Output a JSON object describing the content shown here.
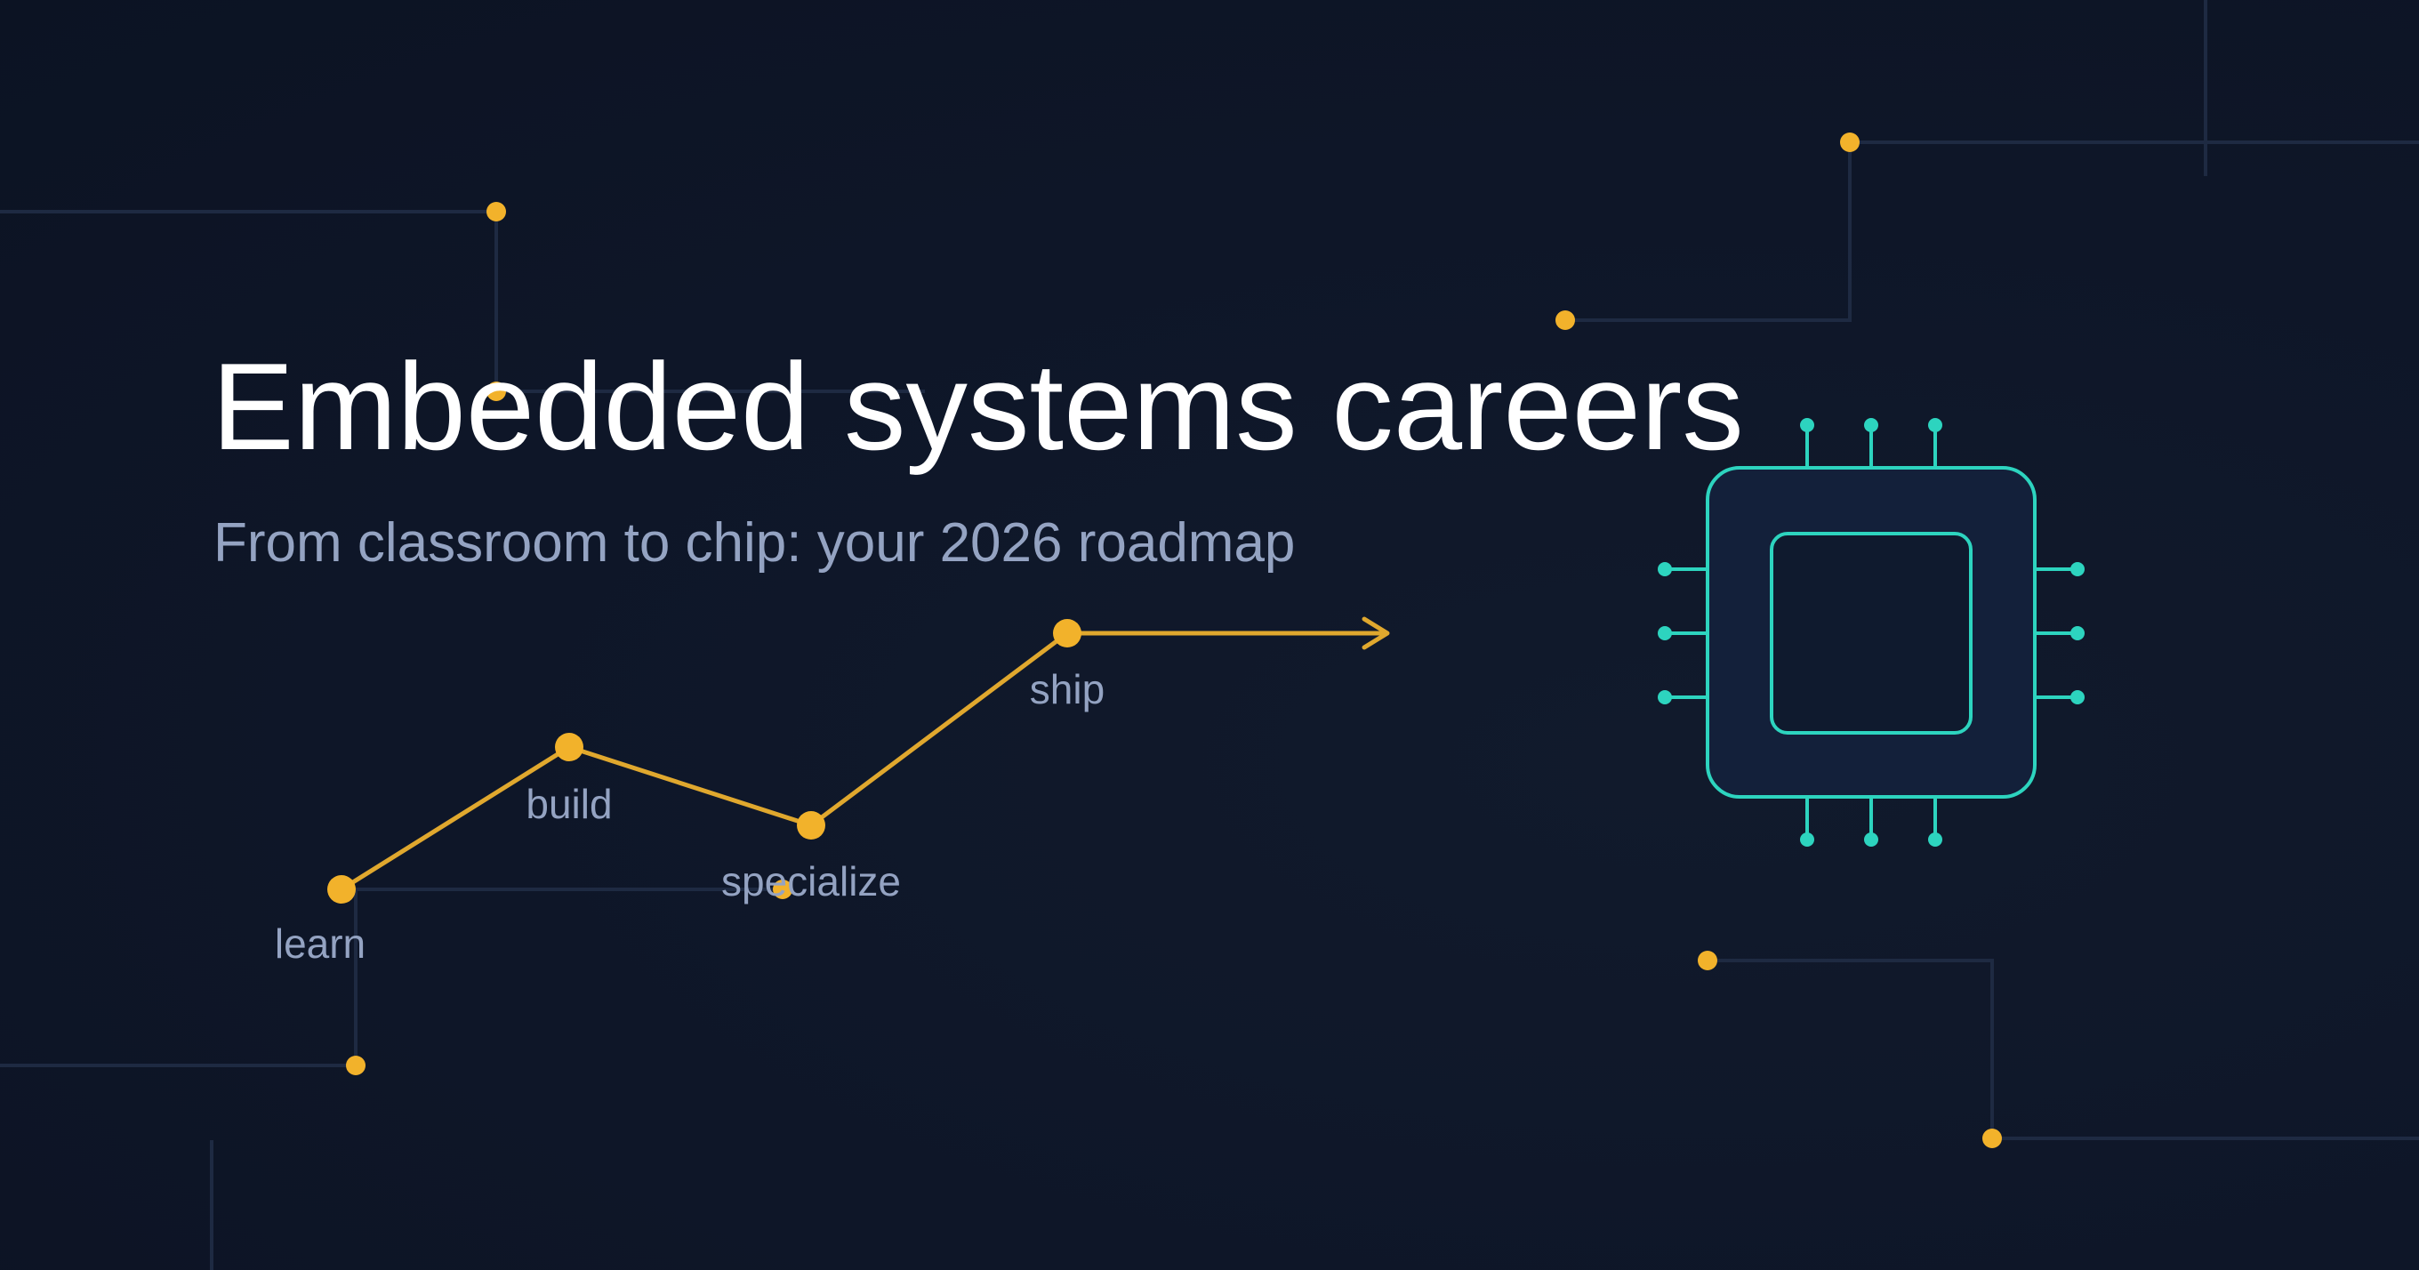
{
  "header": {
    "title": "Embedded systems careers",
    "subtitle": "From classroom to chip: your 2026 roadmap"
  },
  "roadmap": {
    "steps": [
      {
        "label": "learn"
      },
      {
        "label": "build"
      },
      {
        "label": "specialize"
      },
      {
        "label": "ship"
      }
    ]
  },
  "icons": {
    "chip": "microchip-icon",
    "arrow": "arrow-right-icon"
  },
  "colors": {
    "background": "#0f172a",
    "accent": "#f2b22b",
    "chip_outline": "#2dd4bf",
    "chip_fill": "#13203a",
    "trace": "#1e2a42",
    "title": "#ffffff",
    "subtitle": "#94a3c2"
  }
}
